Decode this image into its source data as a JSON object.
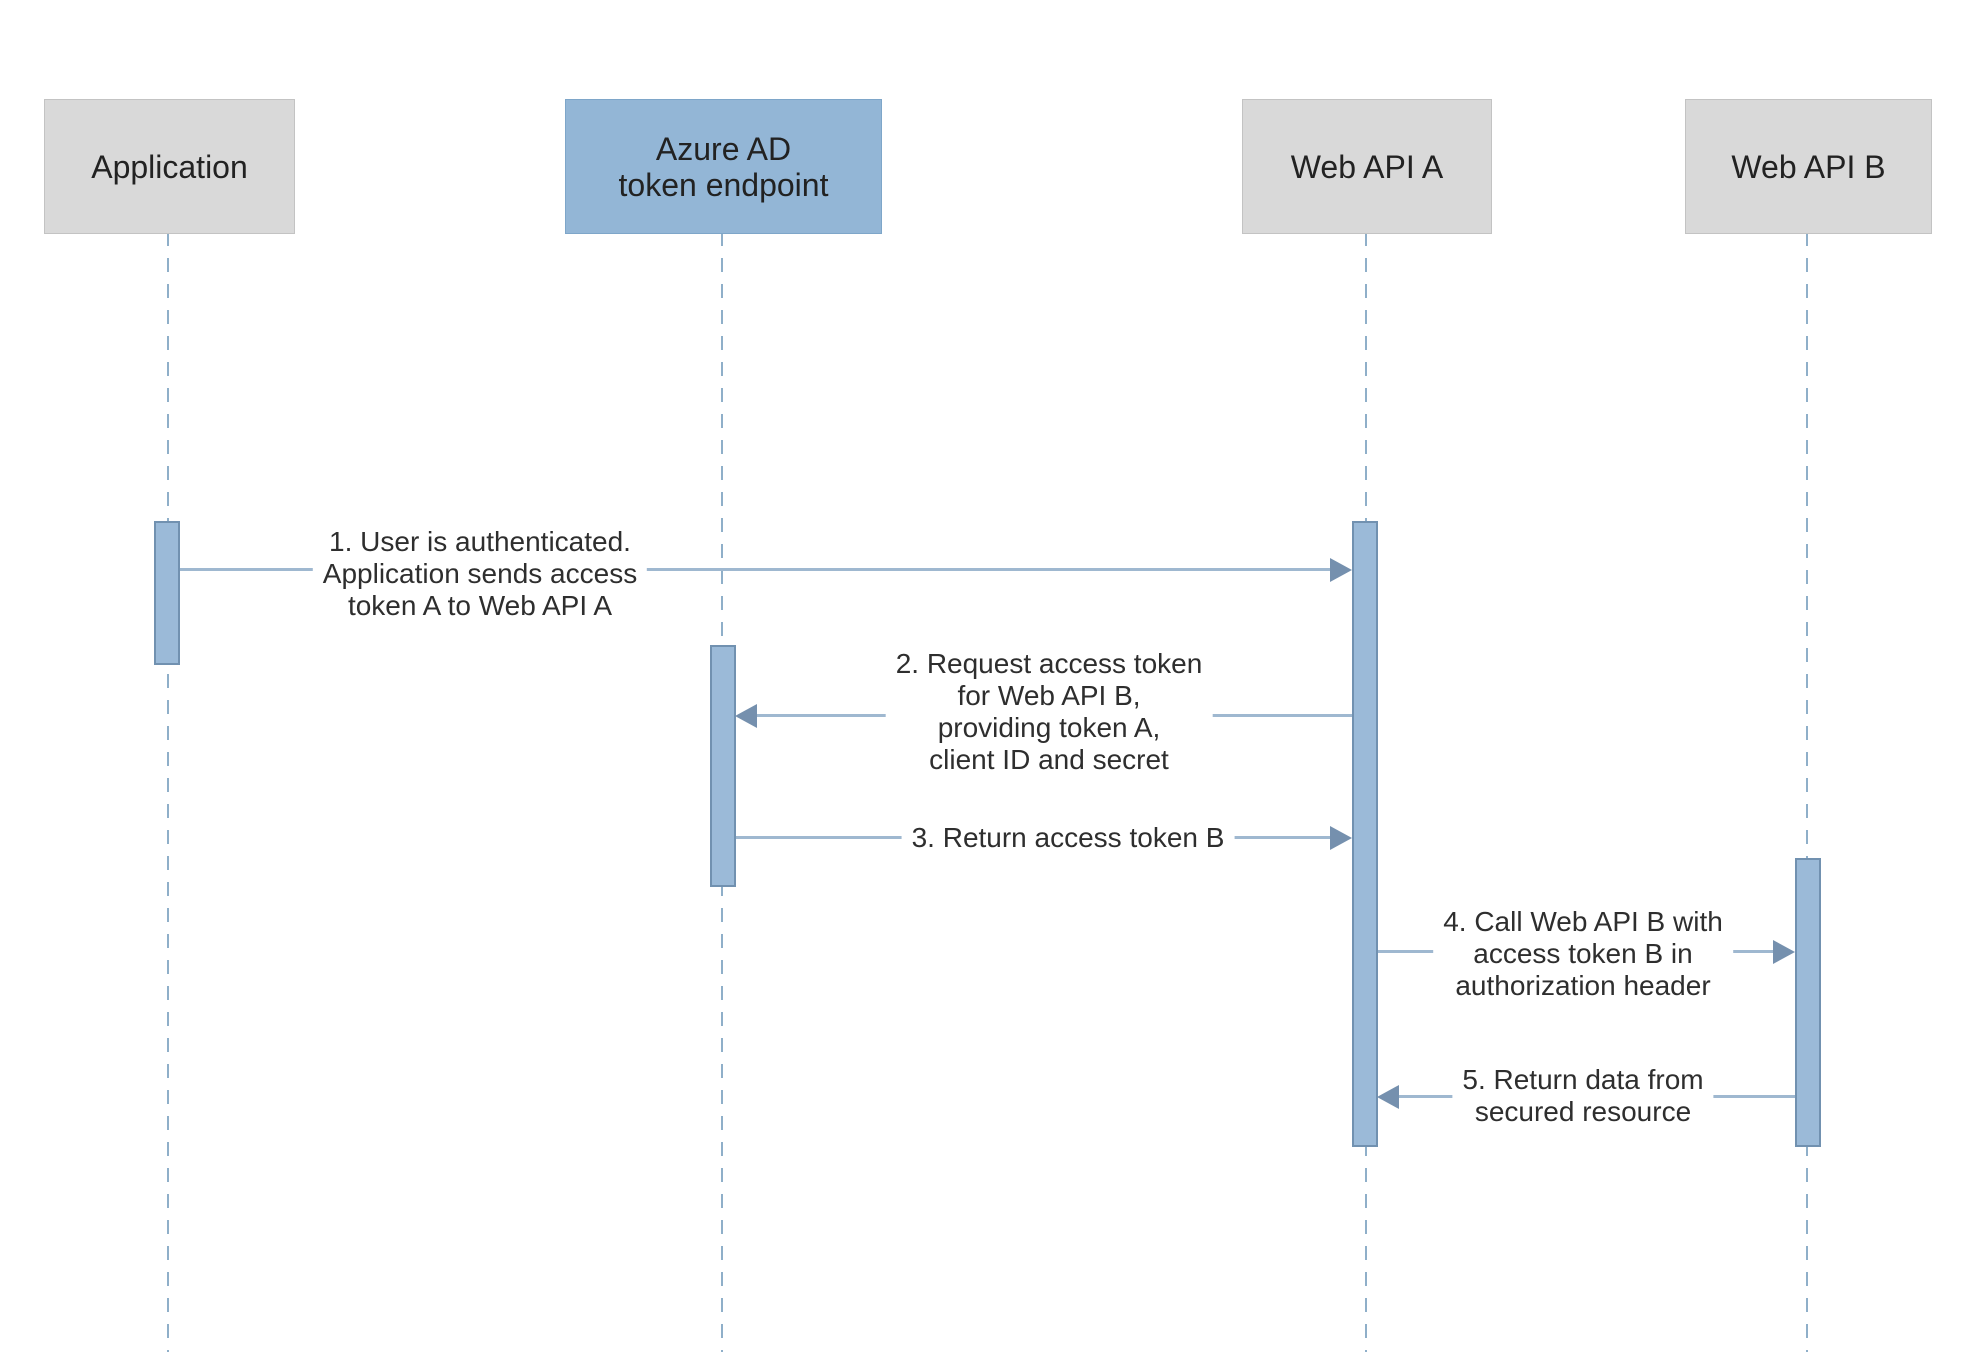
{
  "diagram": {
    "kind": "sequence-diagram",
    "colors": {
      "actor_gray_fill": "#d9d9d9",
      "actor_blue_fill": "#93b6d6",
      "activation_fill": "#9bbad8",
      "activation_border": "#7191b0",
      "arrow_line": "#9fb8d0",
      "arrowhead": "#7590ae",
      "lifeline_dash": "#8fafc9",
      "text": "#2e2e2e"
    }
  },
  "actors": [
    {
      "id": "application",
      "variant": "gray",
      "lines": [
        "Application"
      ]
    },
    {
      "id": "azure-ad-token-endpoint",
      "variant": "blue",
      "lines": [
        "Azure AD",
        "token endpoint"
      ]
    },
    {
      "id": "web-api-a",
      "variant": "gray",
      "lines": [
        "Web API A"
      ]
    },
    {
      "id": "web-api-b",
      "variant": "gray",
      "lines": [
        "Web API B"
      ]
    }
  ],
  "messages": [
    {
      "from": "Application",
      "to": "Web API A",
      "direction": "right",
      "lines": [
        "1. User is authenticated.",
        "Application sends access",
        "token A to Web API A"
      ]
    },
    {
      "from": "Web API A",
      "to": "Azure AD token endpoint",
      "direction": "left",
      "lines": [
        "2. Request access token",
        "for Web API B,",
        "providing token A,",
        "client ID and secret"
      ]
    },
    {
      "from": "Azure AD token endpoint",
      "to": "Web API A",
      "direction": "right",
      "lines": [
        "3. Return access token B"
      ]
    },
    {
      "from": "Web API A",
      "to": "Web API B",
      "direction": "right",
      "lines": [
        "4. Call Web API B with",
        "access token B in",
        "authorization header"
      ]
    },
    {
      "from": "Web API B",
      "to": "Web API A",
      "direction": "left",
      "lines": [
        "5. Return data from",
        "secured resource"
      ]
    }
  ]
}
